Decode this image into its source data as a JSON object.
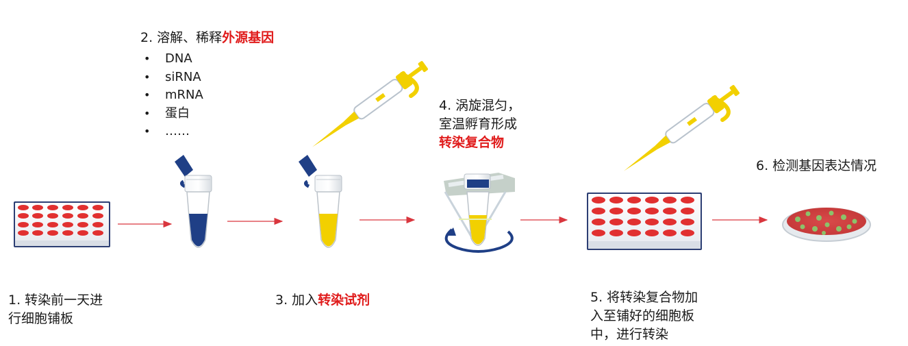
{
  "step1": {
    "line1": "1. 转染前一天进",
    "line2": "行细胞铺板"
  },
  "step2": {
    "title_prefix": "2. 溶解、稀释",
    "title_highlight": "外源基因",
    "items": [
      "DNA",
      "siRNA",
      "mRNA",
      "蛋白",
      "……"
    ]
  },
  "step3": {
    "prefix": "3. 加入",
    "highlight": "转染试剂"
  },
  "step4": {
    "line1": "4. 涡旋混匀，",
    "line2": "室温孵育形成",
    "highlight": "转染复合物"
  },
  "step5": {
    "line1": "5. 将转染复合物加",
    "line2": "入至铺好的细胞板",
    "line3": "中，进行转染"
  },
  "step6": {
    "text": "6. 检测基因表达情况"
  },
  "colors": {
    "accent_red": "#e01b1b",
    "navy": "#1f3f86",
    "yellow": "#f2d000",
    "arrow": "#d9363e"
  },
  "icons": [
    "well-plate-icon",
    "tube-blue-icon",
    "pipette-icon",
    "tube-yellow-icon",
    "vortex-icon",
    "petri-dish-icon"
  ]
}
